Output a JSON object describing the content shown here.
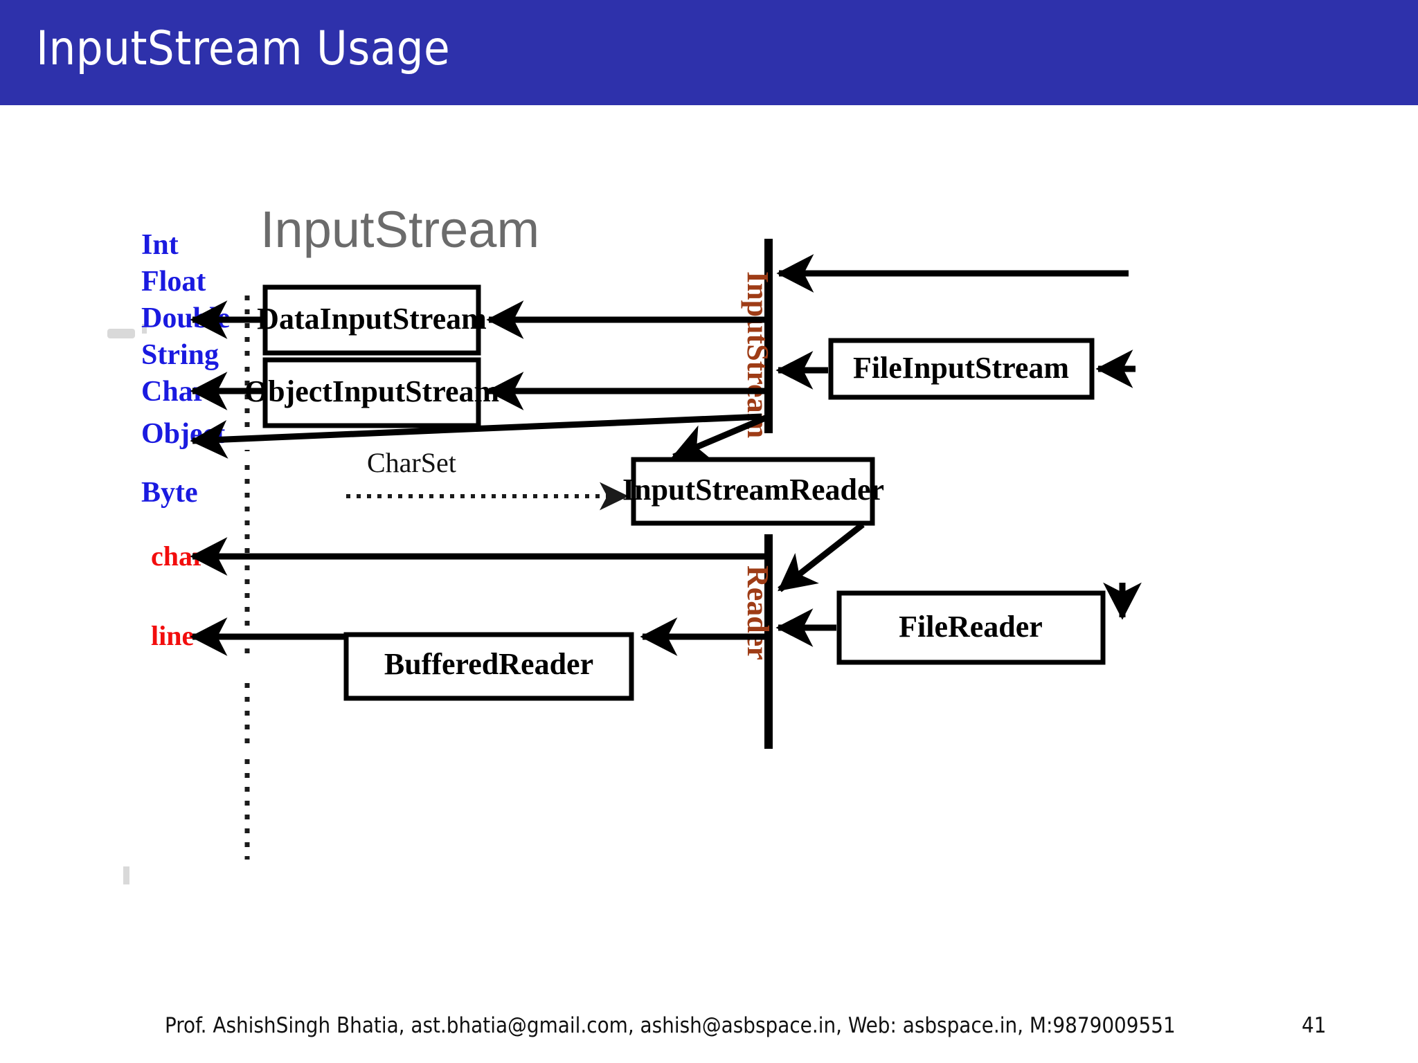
{
  "slide": {
    "title": "InputStream Usage",
    "title_bar_color": "#2e31ab",
    "page_number": "41",
    "footer": "Prof.  AshishSingh  Bhatia,  ast.bhatia@gmail.com,  ashish@asbspace.in,  Web:  asbspace.in,  M:9879009551"
  },
  "diagram": {
    "heading": "InputStream",
    "heading_color": "#6b6b6b",
    "stream_types": {
      "color": "#1a1ae0",
      "items": [
        "Int",
        "Float",
        "Double",
        "String",
        "Char",
        "Object",
        "Byte"
      ]
    },
    "reader_types": {
      "color": "#f20d0d",
      "items": [
        "char",
        "line"
      ]
    },
    "vertical_bars": [
      {
        "label": "InputStream",
        "color": "#9e3c16"
      },
      {
        "label": "Reader",
        "color": "#9e3c16"
      }
    ],
    "nodes": [
      {
        "id": "datainputstream",
        "label": "DataInputStream"
      },
      {
        "id": "objectinputstream",
        "label": "ObjectInputStream"
      },
      {
        "id": "fileinputstream",
        "label": "FileInputStream"
      },
      {
        "id": "inputstreamreader",
        "label": "InputStreamReader"
      },
      {
        "id": "bufferedreader",
        "label": "BufferedReader"
      },
      {
        "id": "filereader",
        "label": "FileReader"
      }
    ],
    "annotations": [
      {
        "id": "charset",
        "label": "CharSet"
      }
    ]
  }
}
